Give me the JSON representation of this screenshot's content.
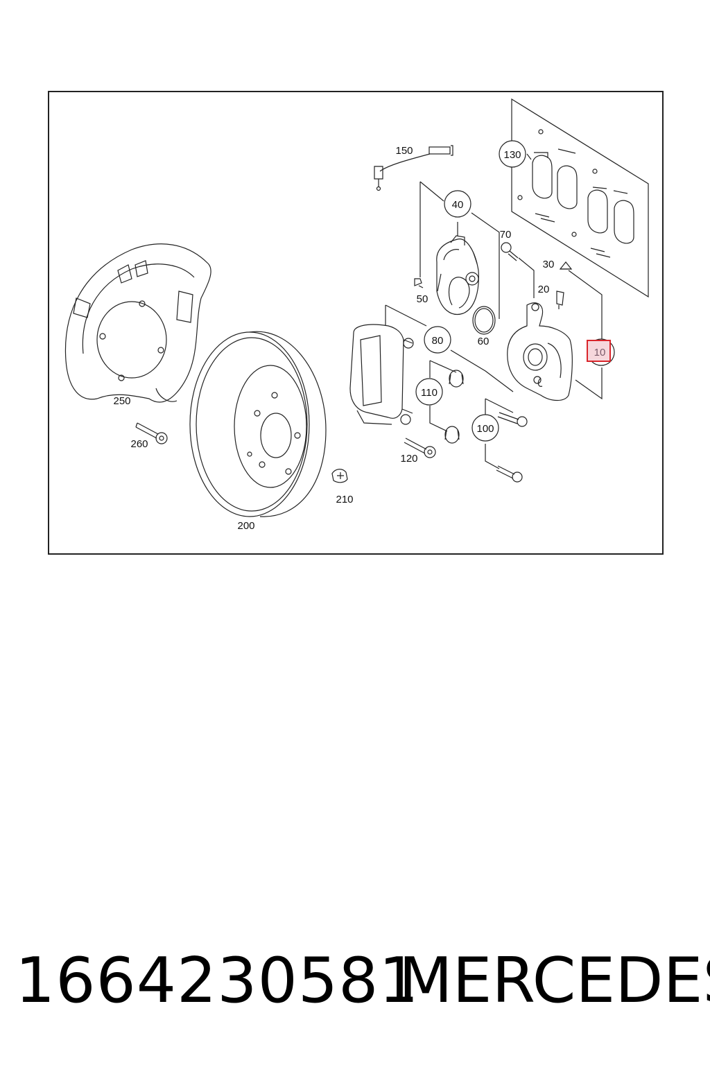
{
  "diagram": {
    "callouts": [
      {
        "id": "10",
        "label": "10",
        "highlighted": true
      },
      {
        "id": "20",
        "label": "20"
      },
      {
        "id": "30",
        "label": "30"
      },
      {
        "id": "40",
        "label": "40"
      },
      {
        "id": "50",
        "label": "50"
      },
      {
        "id": "60",
        "label": "60"
      },
      {
        "id": "70",
        "label": "70"
      },
      {
        "id": "80",
        "label": "80"
      },
      {
        "id": "100",
        "label": "100"
      },
      {
        "id": "110",
        "label": "110"
      },
      {
        "id": "120",
        "label": "120"
      },
      {
        "id": "130",
        "label": "130"
      },
      {
        "id": "150",
        "label": "150"
      },
      {
        "id": "200",
        "label": "200"
      },
      {
        "id": "210",
        "label": "210"
      },
      {
        "id": "250",
        "label": "250"
      },
      {
        "id": "260",
        "label": "260"
      }
    ],
    "highlight_color": "#d9252b",
    "highlight_fill": "#f6d7dc",
    "line_color": "#222222"
  },
  "caption": {
    "part_number": "1664230581",
    "manufacturer": "MERCEDES"
  }
}
